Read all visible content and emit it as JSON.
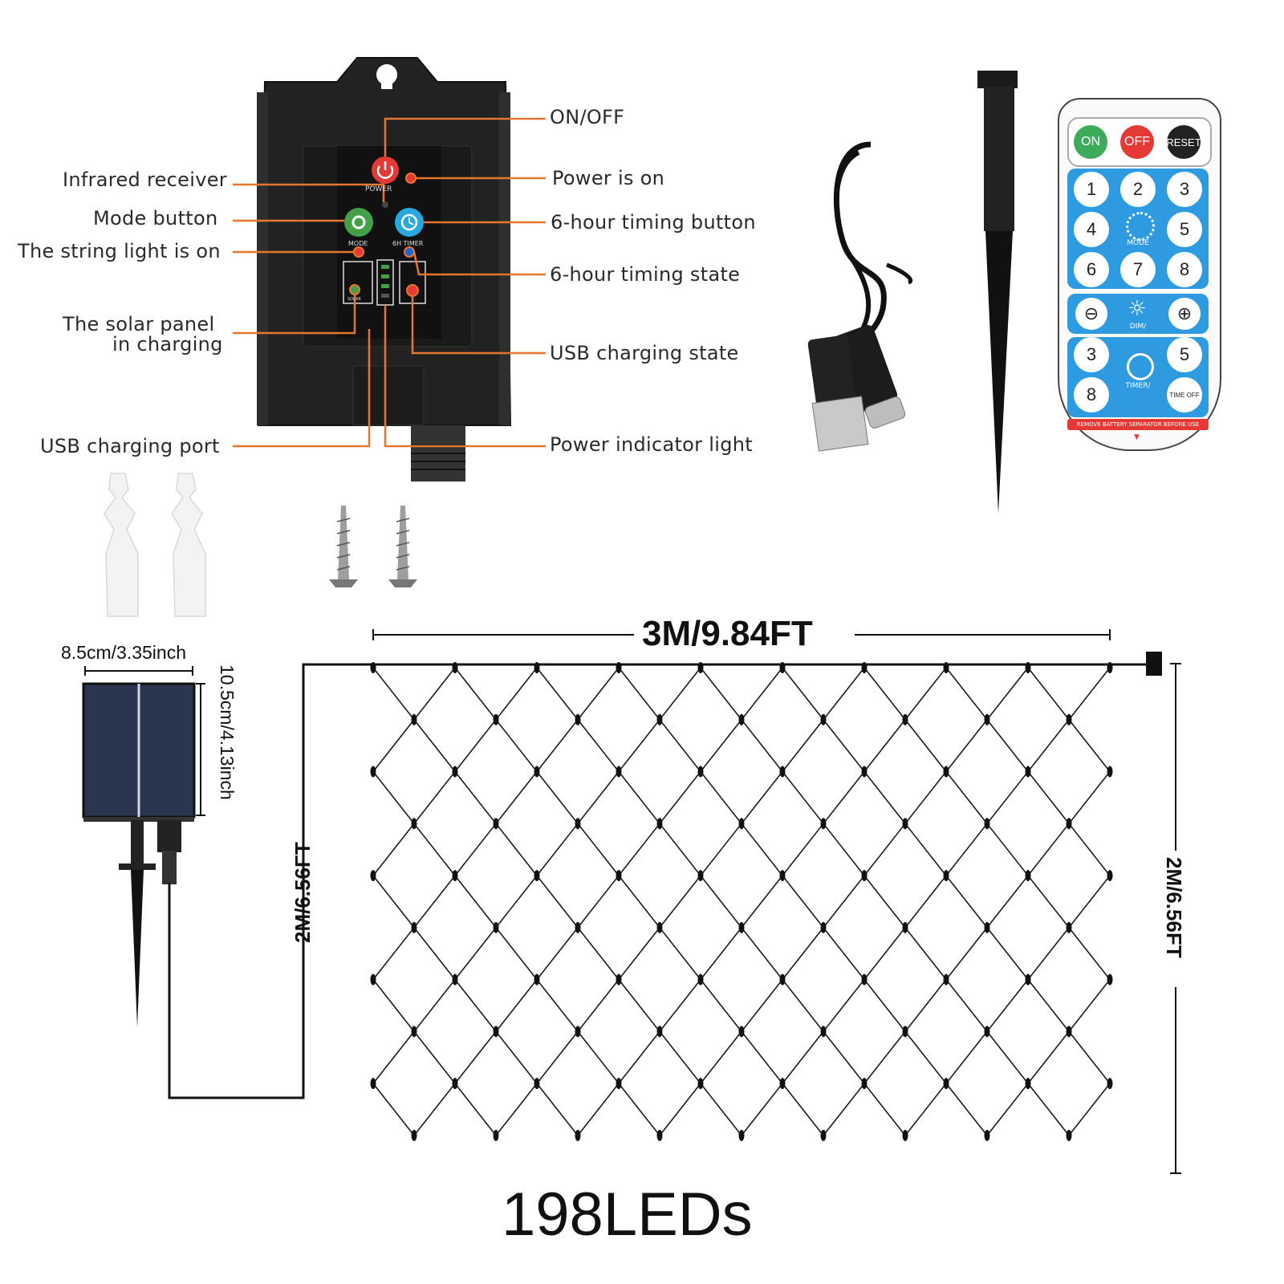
{
  "callouts": {
    "on_off": "ON/OFF",
    "infrared_receiver": "Infrared receiver",
    "power_is_on": "Power is on",
    "mode_button": "Mode button",
    "timing_button": "6-hour timing button",
    "string_light_on": "The string light is on",
    "timing_state": "6-hour timing state",
    "solar_charging_1": "The solar panel",
    "solar_charging_2": "in charging",
    "usb_charging_state": "USB charging state",
    "usb_charging_port": "USB charging port",
    "power_indicator": "Power indicator light"
  },
  "controller": {
    "power_label": "POWER",
    "mode_label": "MODE",
    "timer_label": "6H TIMER",
    "solar_label": "SOLAR"
  },
  "remote": {
    "on": "ON",
    "off": "OFF",
    "reset": "RESET",
    "keys": [
      "1",
      "2",
      "3",
      "4",
      "5",
      "6",
      "7",
      "8"
    ],
    "mode_label": "MODE",
    "dim_label": "DIM/",
    "timer_keys": [
      "3",
      "5",
      "8"
    ],
    "timer_label": "TIMER/",
    "time_off": "TIME OFF",
    "footer": "REMOVE BATTERY SEPARATOR BEFORE USE"
  },
  "dimensions": {
    "panel_width": "8.5cm/3.35inch",
    "panel_height": "10.5cm/4.13inch",
    "net_width": "3M/9.84FT",
    "net_height_left": "2M/6.56FT",
    "net_height_right": "2M/6.56FT"
  },
  "led_count": "198LEDs",
  "colors": {
    "callout_line": "#e8752e",
    "power_red": "#e53935",
    "mode_green": "#43a047",
    "timer_blue": "#29a8e0",
    "remote_blue": "#2e9be0"
  }
}
